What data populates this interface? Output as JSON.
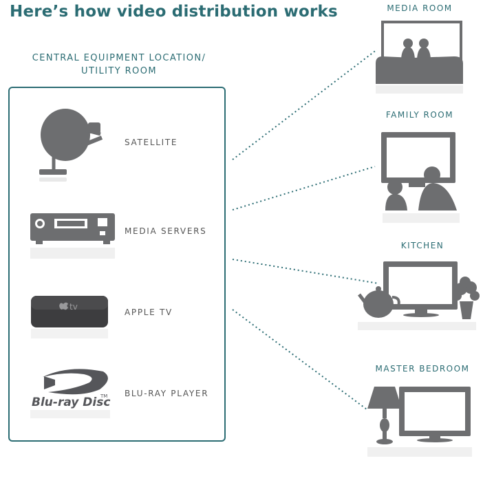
{
  "title": "Here’s how video distribution works",
  "central_location": {
    "line1": "CENTRAL EQUIPMENT LOCATION/",
    "line2": "UTILITY ROOM"
  },
  "sources": [
    {
      "label": "SATELLITE",
      "icon": "satellite-dish-icon"
    },
    {
      "label": "MEDIA SERVERS",
      "icon": "media-server-icon"
    },
    {
      "label": "APPLE TV",
      "icon": "apple-tv-icon"
    },
    {
      "label": "BLU-RAY PLAYER",
      "icon": "bluray-logo-icon"
    }
  ],
  "rooms": [
    {
      "label": "MEDIA ROOM",
      "icon": "media-room-icon"
    },
    {
      "label": "FAMILY ROOM",
      "icon": "family-room-icon"
    },
    {
      "label": "KITCHEN",
      "icon": "kitchen-icon"
    },
    {
      "label": "MASTER BEDROOM",
      "icon": "bedroom-icon"
    }
  ],
  "logos": {
    "apple_tv_text": "tv",
    "bluray_text": "Blu-ray Disc",
    "bluray_tm": "TM"
  },
  "colors": {
    "accent": "#2b6c73",
    "icon_gray": "#6d6e70",
    "label_gray": "#555555"
  }
}
